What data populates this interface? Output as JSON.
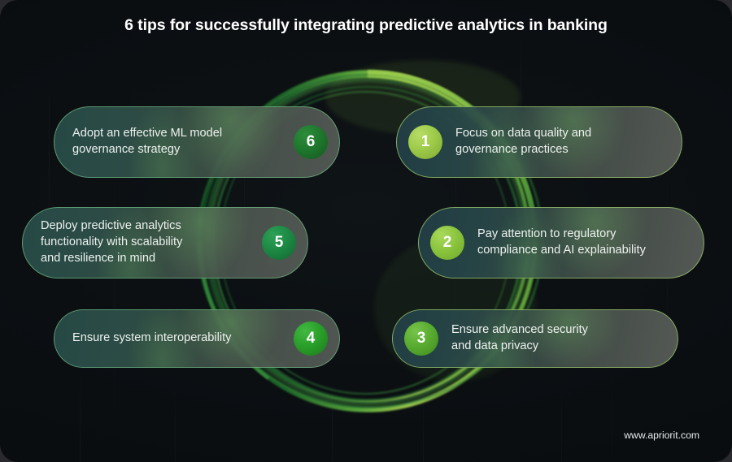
{
  "title": "6 tips for successfully integrating predictive analytics in banking",
  "footer": {
    "url": "www.apriorit.com"
  },
  "theme": {
    "background": "#0a0d10",
    "title_color": "#ffffff",
    "accent_green": "#7ac943",
    "card_border_left": "#78c88c",
    "card_border_right": "#a0cd6e"
  },
  "cards": [
    {
      "number": "6",
      "text": "Adopt an effective ML model\ngovernance strategy",
      "side": "left",
      "badge_color": "#1f7a2e",
      "badge_color_dark": "#14561f"
    },
    {
      "number": "1",
      "text": "Focus on data quality and\ngovernance practices",
      "side": "right",
      "badge_color": "#9ecb4a",
      "badge_color_dark": "#7faa33"
    },
    {
      "number": "5",
      "text": "Deploy predictive analytics\nfunctionality with scalability\nand resilience in mind",
      "side": "left",
      "badge_color": "#1d8a45",
      "badge_color_dark": "#12662f"
    },
    {
      "number": "2",
      "text": "Pay attention to regulatory\ncompliance and AI explainability",
      "side": "right",
      "badge_color": "#8cc63f",
      "badge_color_dark": "#6fa828"
    },
    {
      "number": "4",
      "text": "Ensure system interoperability",
      "side": "left",
      "badge_color": "#2aa02a",
      "badge_color_dark": "#1b7a1b"
    },
    {
      "number": "3",
      "text": "Ensure advanced security\nand data privacy",
      "side": "right",
      "badge_color": "#5aad31",
      "badge_color_dark": "#3f8a1f"
    }
  ],
  "decoration": {
    "arc_color_bright": "#9ccd4e",
    "arc_color_mid": "#3f8f3f",
    "arc_color_dark": "#1d5a2c"
  }
}
